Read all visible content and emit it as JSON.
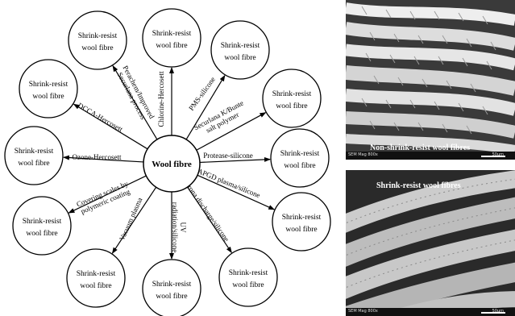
{
  "center_label": "Wool fibre",
  "node_line1": "Shrink-resist",
  "node_line2": "wool fibre",
  "treatments": [
    {
      "id": "chlorine-hercosett",
      "lines": [
        "Chlorine-Hercosett"
      ]
    },
    {
      "id": "pms-silicone",
      "lines": [
        "PMS-silicone"
      ]
    },
    {
      "id": "securlana",
      "lines": [
        "Securlana K/Bunte",
        "salt polymer"
      ]
    },
    {
      "id": "protease-silicone",
      "lines": [
        "Protease-silicone"
      ]
    },
    {
      "id": "apgd-plasma",
      "lines": [
        "APGD plasma/silicone"
      ]
    },
    {
      "id": "corona-discharge",
      "lines": [
        "Corona discharge/silicone"
      ]
    },
    {
      "id": "uv-radiation",
      "lines": [
        "UV",
        "radiation/silicone"
      ]
    },
    {
      "id": "vacuum-plasma",
      "lines": [
        "Vacuum plasma"
      ]
    },
    {
      "id": "covering-scales",
      "lines": [
        "Covering scales by",
        "polymeric coating"
      ]
    },
    {
      "id": "ozone-hercosett",
      "lines": [
        "Ozone-Hercosett"
      ]
    },
    {
      "id": "dcca-hercosett",
      "lines": [
        "DCCA-Hercosett"
      ]
    },
    {
      "id": "perachem",
      "lines": [
        "Perachem/Improved",
        "Securlana process"
      ]
    }
  ],
  "sem_top": {
    "caption": "Non-shrink-resist wool fibres",
    "footer_left": "SEM Mag 800x",
    "footer_right": "50µm"
  },
  "sem_bottom": {
    "caption": "Shrink-resist wool fibres",
    "footer_left": "SEM Mag 800x",
    "footer_right": "50µm"
  },
  "colors": {
    "line": "#000000",
    "node_fill": "#ffffff",
    "sem_bg": "#3a3a3a",
    "fibre": "#d8d8d8"
  }
}
